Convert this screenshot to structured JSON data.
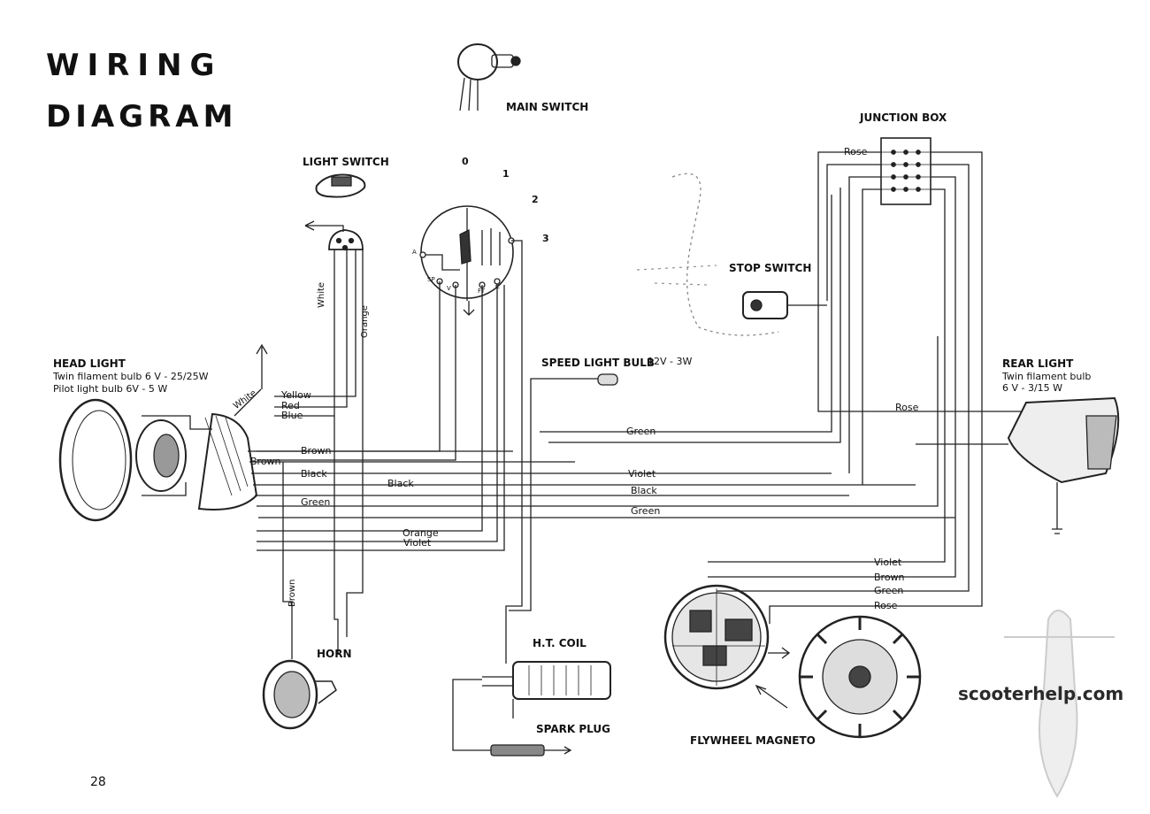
{
  "title": {
    "line1": "WIRING",
    "line2": "DIAGRAM"
  },
  "components": {
    "main_switch": "MAIN SWITCH",
    "light_switch": "LIGHT SWITCH",
    "junction_box": "JUNCTION BOX",
    "stop_switch": "STOP SWITCH",
    "head_light": "HEAD LIGHT",
    "head_light_note1": "Twin filament bulb 6 V - 25/25W",
    "head_light_note2": "Pilot light bulb 6V - 5 W",
    "speed_light_bulb": "SPEED LIGHT BULB",
    "speed_light_rating": "12V - 3W",
    "rear_light": "REAR LIGHT",
    "rear_light_note1": "Twin filament bulb",
    "rear_light_note2": "6 V - 3/15 W",
    "horn": "HORN",
    "ht_coil": "H.T. COIL",
    "spark_plug": "SPARK PLUG",
    "flywheel_magneto": "FLYWHEEL MAGNETO"
  },
  "switch_positions": [
    "0",
    "1",
    "2",
    "3"
  ],
  "switch_terminals": [
    "A",
    "SP",
    "V",
    "FT",
    "C"
  ],
  "wires": {
    "white_vertical": "White",
    "orange_vertical": "Orange",
    "white_headlamp": "White",
    "yellow": "Yellow",
    "red": "Red",
    "blue": "Blue",
    "brown1": "Brown",
    "brown2": "Brown",
    "black1": "Black",
    "black2": "Black",
    "green1": "Green",
    "orange": "Orange",
    "violet": "Violet",
    "green_mid": "Green",
    "violet_mid": "Violet",
    "black_mid": "Black",
    "green_low": "Green",
    "rose_junction": "Rose",
    "rose_rear": "Rose",
    "brown_horn": "Brown",
    "mag_violet": "Violet",
    "mag_brown": "Brown",
    "mag_green": "Green",
    "mag_rose": "Rose"
  },
  "page_number": "28",
  "watermark": "scooterhelp.com"
}
